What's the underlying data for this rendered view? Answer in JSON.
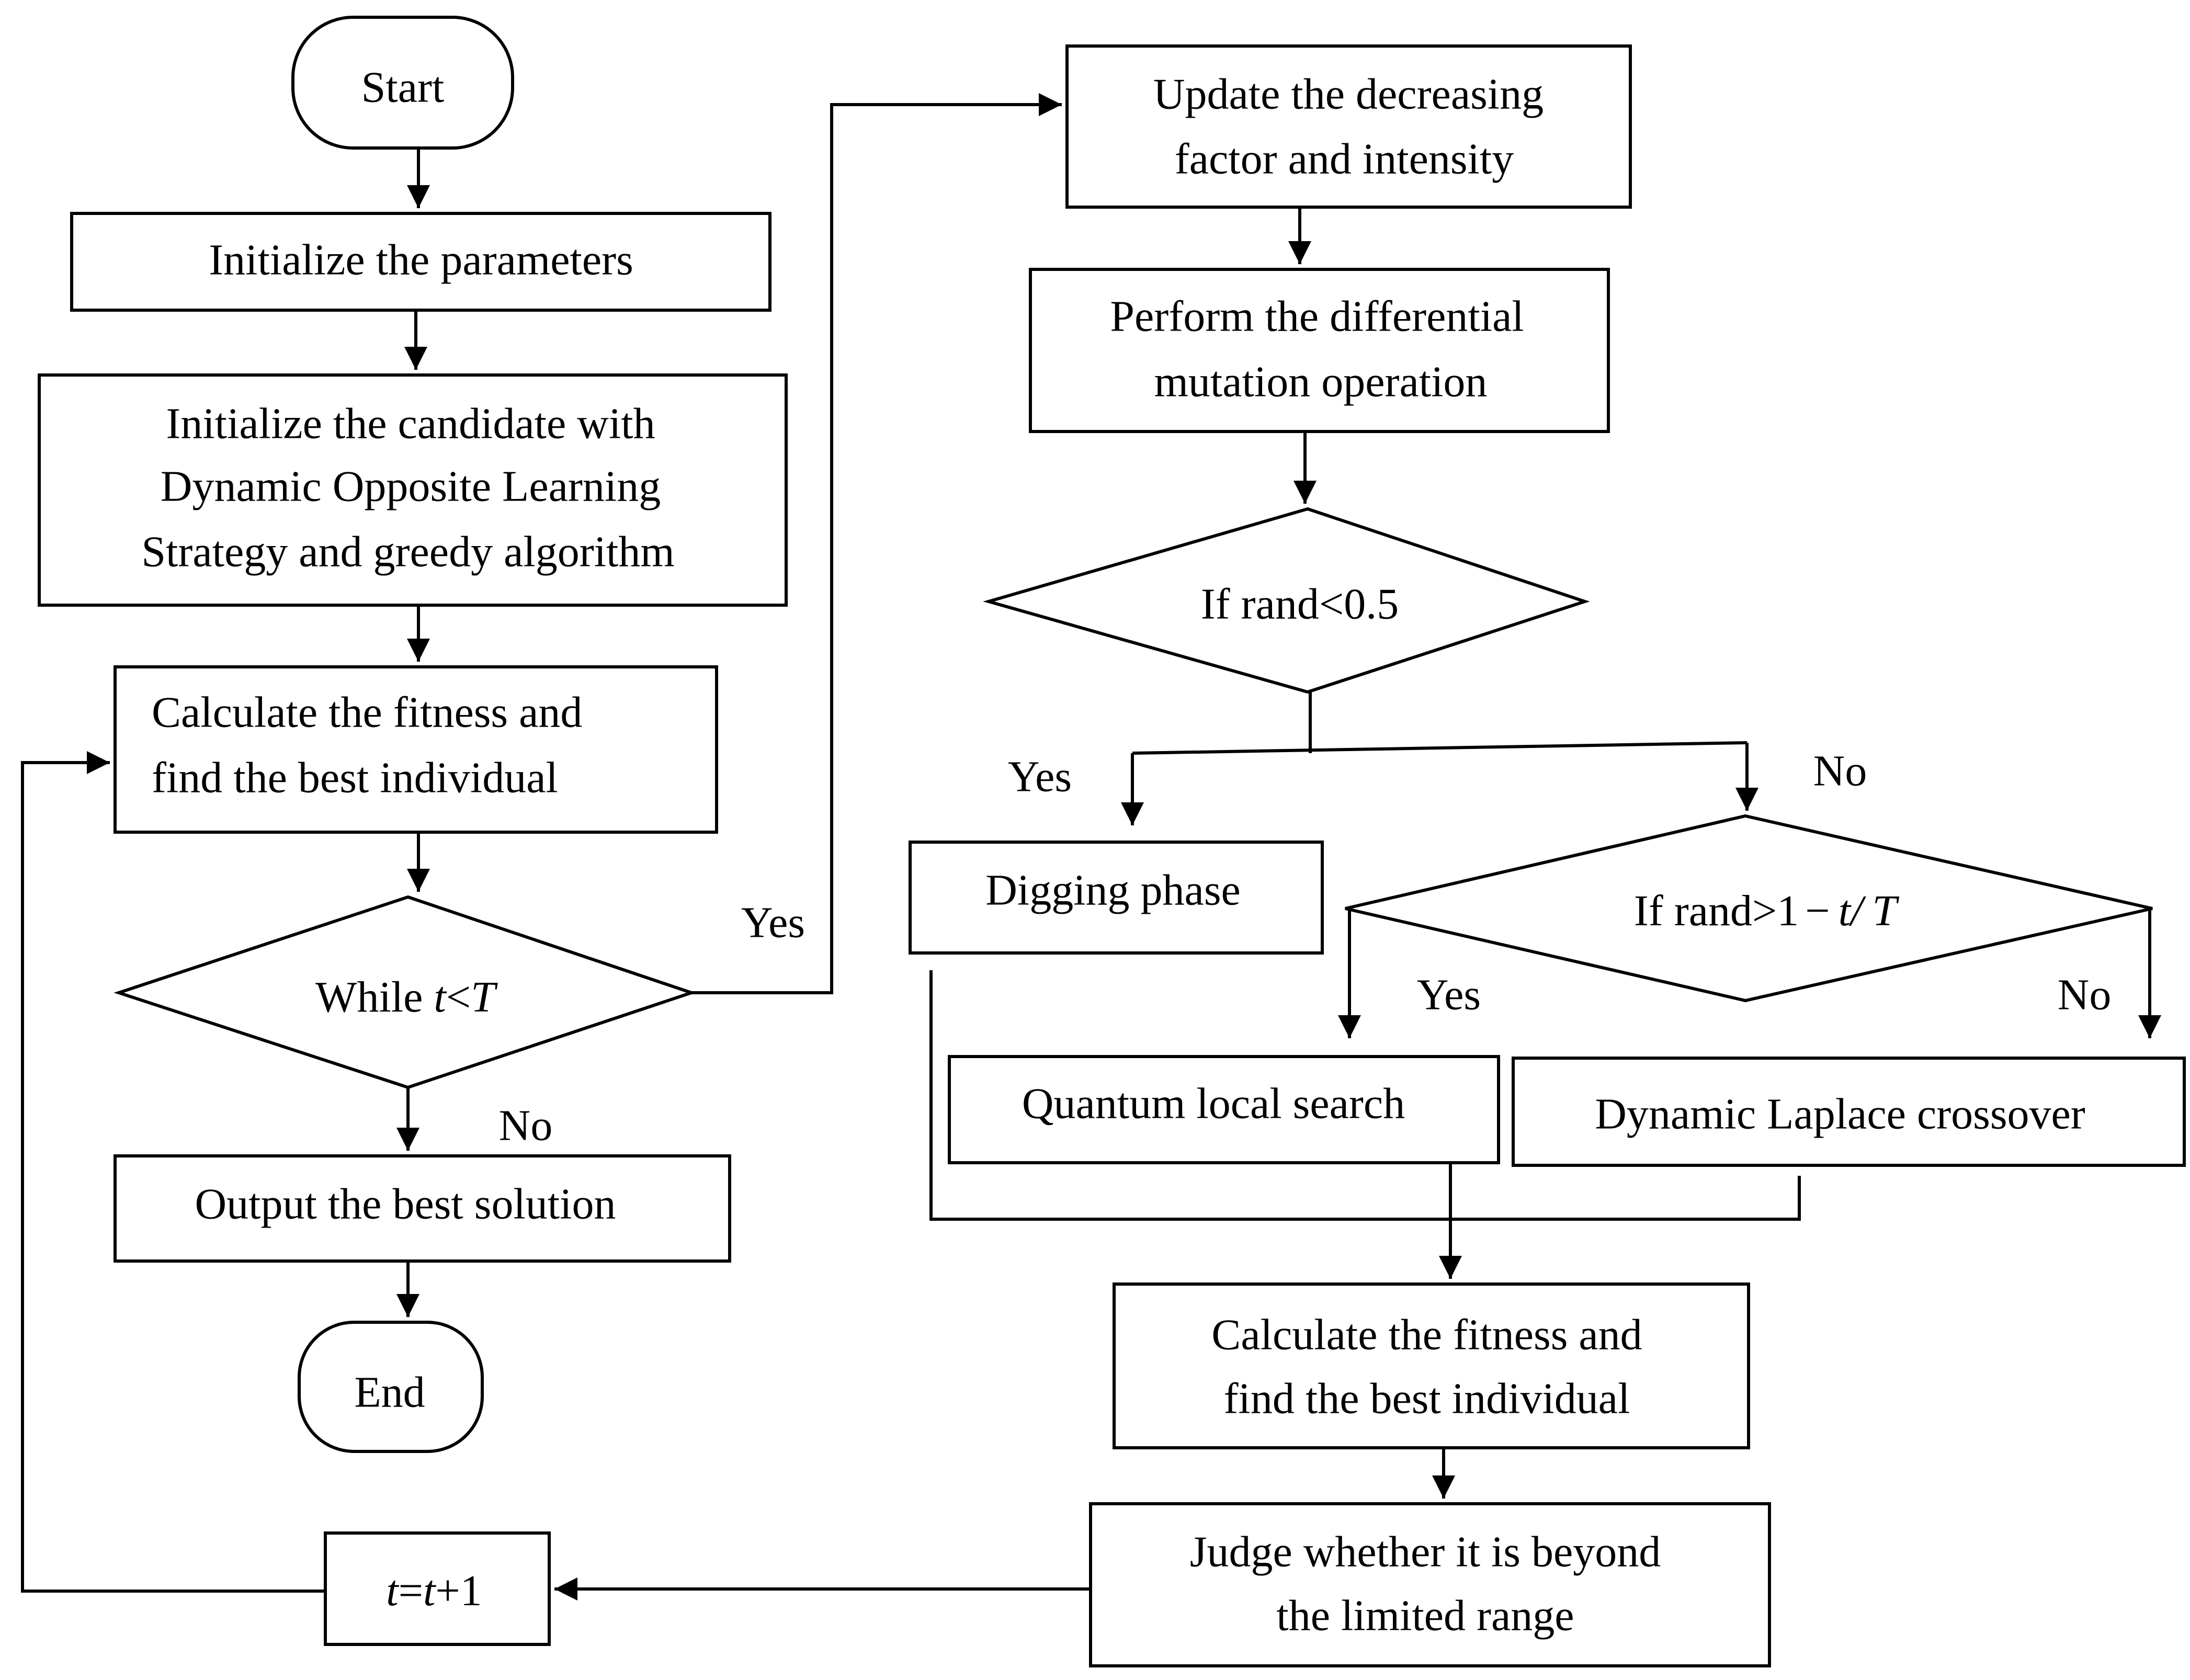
{
  "nodes": {
    "start": "Start",
    "init_params": "Initialize the parameters",
    "init_candidate": [
      "Initialize the candidate with",
      "Dynamic Opposite Learning",
      "Strategy and greedy algorithm"
    ],
    "calc_fitness_left": [
      "Calculate the fitness and",
      "find the best individual"
    ],
    "while": {
      "prefix": "While ",
      "var1": "t",
      "op": "<",
      "var2": "T"
    },
    "output": "Output the best solution",
    "end": "End",
    "update": [
      "Update the decreasing",
      "factor and intensity"
    ],
    "mutation": [
      "Perform the differential",
      "mutation operation"
    ],
    "if_rand": "If rand<0.5",
    "digging": "Digging phase",
    "if_rand2": {
      "prefix": "If rand>1",
      "minus": "−",
      "var1": "t",
      "slash": "/",
      "var2": "T"
    },
    "quantum": "Quantum local search",
    "laplace": "Dynamic Laplace crossover",
    "calc_fitness_right": [
      "Calculate the fitness and",
      "find the best individual"
    ],
    "judge": [
      "Judge whether it is beyond",
      "the limited range"
    ],
    "increment": {
      "var1": "t",
      "eq": "=",
      "var2": "t",
      "plus": "+1"
    }
  },
  "labels": {
    "while_yes": "Yes",
    "while_no": "No",
    "rand_yes": "Yes",
    "rand_no": "No",
    "rand2_yes": "Yes",
    "rand2_no": "No"
  }
}
